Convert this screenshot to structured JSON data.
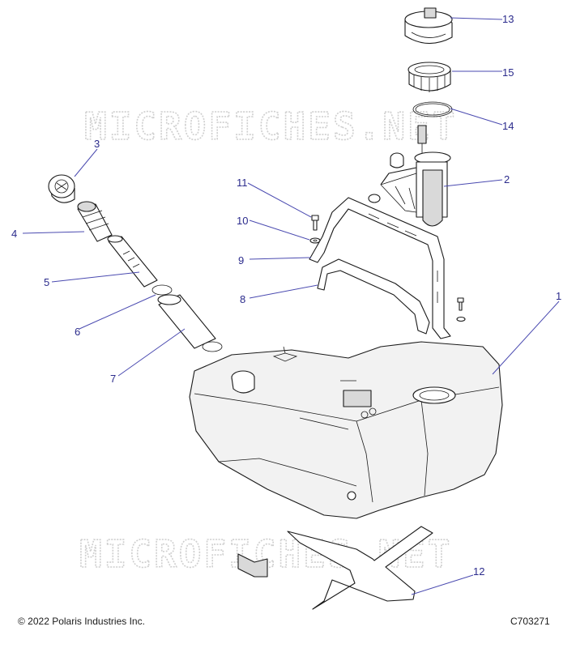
{
  "watermark": "MICROFICHES.NET",
  "footer": {
    "copyright": "© 2022 Polaris Industries Inc.",
    "code": "C703271"
  },
  "callouts": [
    "1",
    "2",
    "3",
    "4",
    "5",
    "6",
    "7",
    "8",
    "9",
    "10",
    "11",
    "12",
    "13",
    "14",
    "15"
  ]
}
